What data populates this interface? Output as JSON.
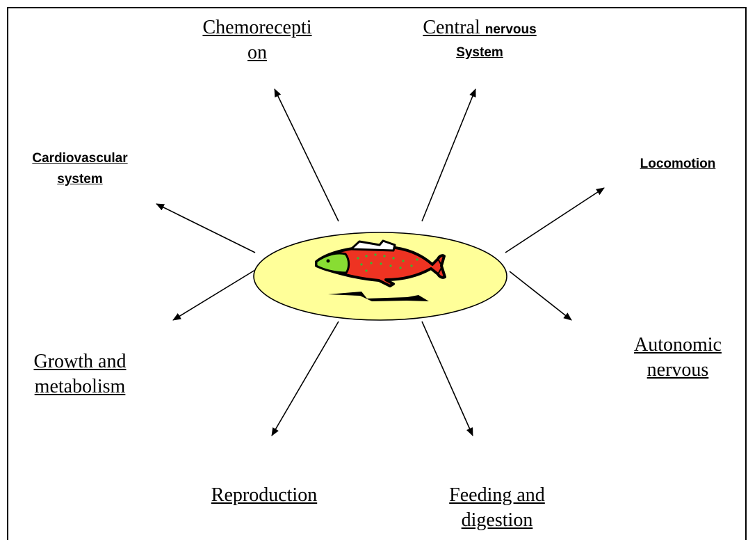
{
  "nodes": {
    "chemoreception": {
      "line1": "Chemorecepti",
      "line2": "on"
    },
    "cns": {
      "line1_serif": "Central ",
      "line1_bold": "nervous",
      "line2": "System"
    },
    "cardiovascular": {
      "line1": "Cardiovascular",
      "line2": "system"
    },
    "locomotion": {
      "line1": "Locomotion"
    },
    "growth": {
      "line1": "Growth and",
      "line2": "metabolism"
    },
    "autonomic": {
      "line1": "Autonomic",
      "line2": "nervous"
    },
    "reproduction": {
      "line1": "Reproduction"
    },
    "feeding": {
      "line1": "Feeding and",
      "line2": "digestion"
    }
  },
  "colors": {
    "ellipse_fill": "#ffff99",
    "fish_body": "#ee3322",
    "fish_head": "#88dd33",
    "fish_spots": "#33bb33",
    "outline": "#000000"
  }
}
